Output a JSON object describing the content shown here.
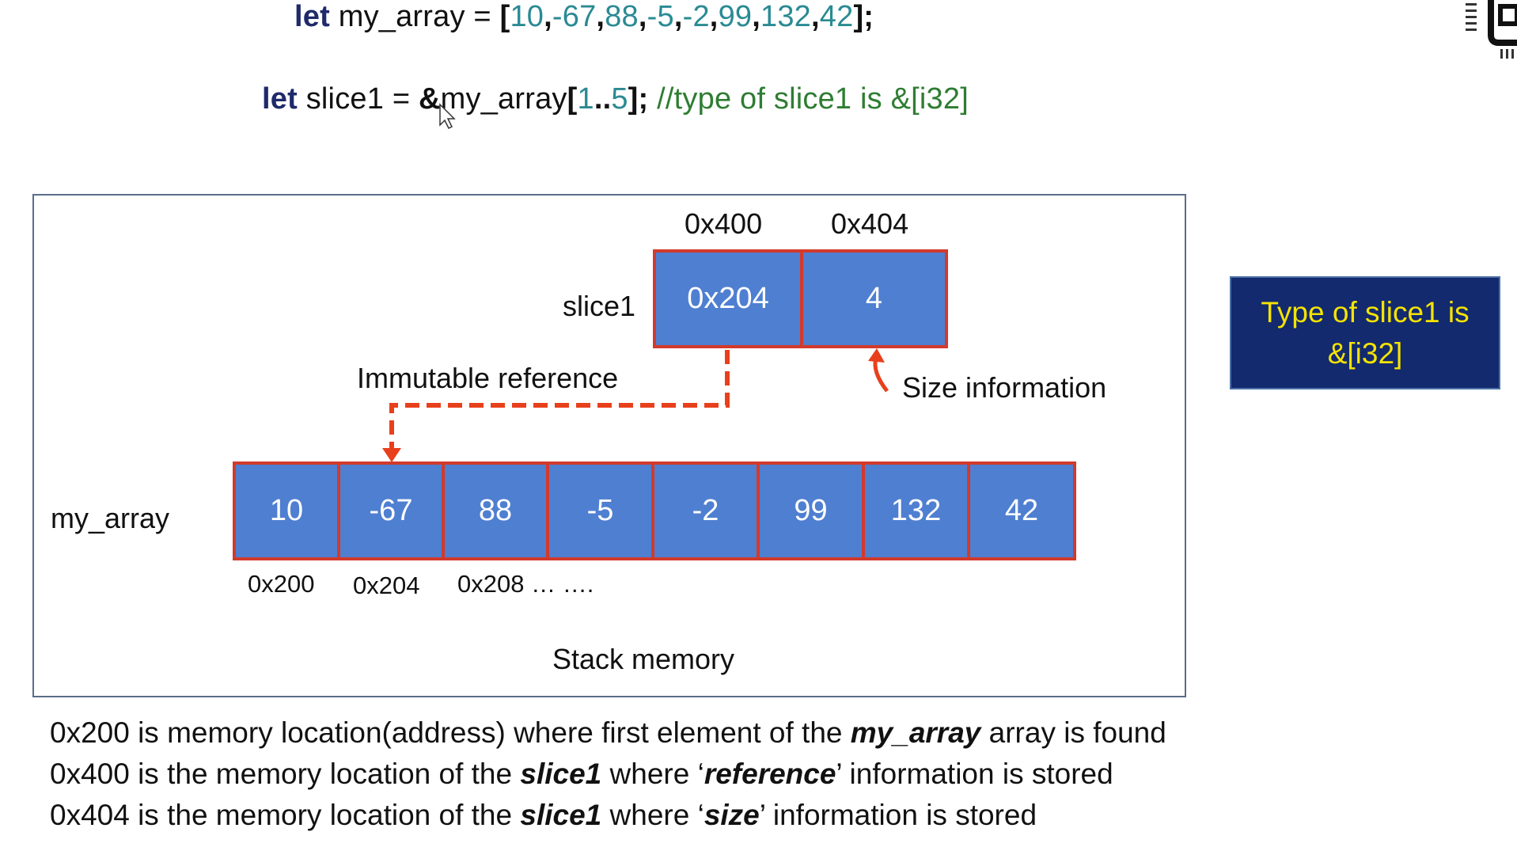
{
  "code": {
    "line1": {
      "kw": "let",
      "name": " my_array = ",
      "open": "[",
      "v0": "10",
      "c0": ",",
      "v1": "-67",
      "c1": ",",
      "v2": "88",
      "c2": ",",
      "v3": "-5",
      "c3": ",",
      "v4": "-2",
      "c4": ",",
      "v5": "99",
      "c5": ",",
      "v6": "132",
      "c6": ",",
      "v7": "42",
      "close": "];"
    },
    "line2": {
      "kw": "let",
      "name": " slice1 = ",
      "amp": "&",
      "arr": "my_array",
      "open": "[",
      "start": "1",
      "range": "..",
      "end": "5",
      "close": "];",
      "comment": " //type of slice1 is &[i32]"
    }
  },
  "diagram": {
    "slice_label": "slice1",
    "slice_addresses": [
      "0x400",
      "0x404"
    ],
    "slice_cells": [
      "0x204",
      "4"
    ],
    "ref_label": "Immutable reference",
    "size_label": "Size information",
    "array_label": "my_array",
    "array_cells": [
      "10",
      "-67",
      "88",
      "-5",
      "-2",
      "99",
      "132",
      "42"
    ],
    "array_addresses": [
      "0x200",
      "0x204",
      "0x208 … …."
    ],
    "memory_label": "Stack memory"
  },
  "type_box": {
    "line1": "Type of slice1 is",
    "line2": "&[i32]"
  },
  "notes": [
    {
      "pre": "0x200 is memory location(address) where first element of the ",
      "em": "my_array",
      "post": " array is found"
    },
    {
      "pre": "0x400 is the memory location of the ",
      "em": "slice1",
      "mid": " where ‘",
      "em2": "reference",
      "post": "’ information is stored"
    },
    {
      "pre": "0x404 is the memory location of the ",
      "em": "slice1",
      "mid": " where ‘",
      "em2": "size",
      "post": "’ information is stored"
    }
  ],
  "colors": {
    "cell_fill": "#4f7fd1",
    "cell_border": "#d23a2b",
    "arrow": "#e8401c",
    "type_box_bg": "#132a6e",
    "type_box_text": "#f5e300"
  },
  "icons": {
    "cursor": "mouse-pointer-icon",
    "corner": "app-corner-icon"
  }
}
